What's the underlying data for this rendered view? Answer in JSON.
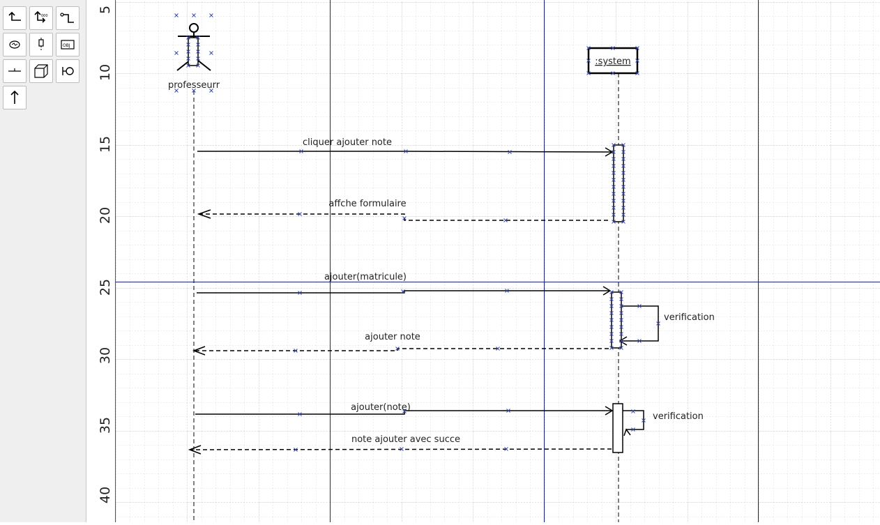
{
  "toolbox": {
    "tools": [
      {
        "icon": "orthogonal-connector-icon"
      },
      {
        "icon": "multiplicity-connector-icon"
      },
      {
        "icon": "step-connector-icon"
      },
      {
        "icon": "message-icon"
      },
      {
        "icon": "lifeline-icon"
      },
      {
        "icon": "object-icon"
      },
      {
        "icon": "association-icon"
      },
      {
        "icon": "node-3d-icon"
      },
      {
        "icon": "interface-icon"
      },
      {
        "icon": "arrow-up-icon"
      }
    ]
  },
  "ruler": {
    "labels": [
      "5",
      "10",
      "15",
      "20",
      "25",
      "30",
      "35",
      "40"
    ]
  },
  "diagram": {
    "actor": {
      "name": "professeurr"
    },
    "object": {
      "name": ":system"
    },
    "messages": [
      {
        "label": "cliquer ajouter note",
        "kind": "sync"
      },
      {
        "label": "affche formulaire",
        "kind": "return"
      },
      {
        "label": "ajouter(matricule)",
        "kind": "sync"
      },
      {
        "label": "verification",
        "kind": "self"
      },
      {
        "label": "ajouter note",
        "kind": "return"
      },
      {
        "label": "ajouter(note)",
        "kind": "sync"
      },
      {
        "label": "verification",
        "kind": "self"
      },
      {
        "label": "note ajouter avec succe",
        "kind": "return"
      }
    ]
  },
  "colors": {
    "grid_minor": "#dcdcdc",
    "grid_major": "#c8c8c8",
    "page_break": "#1a237e",
    "handle": "#3949ab",
    "line": "#000000",
    "toolbox_bg": "#efefef"
  }
}
